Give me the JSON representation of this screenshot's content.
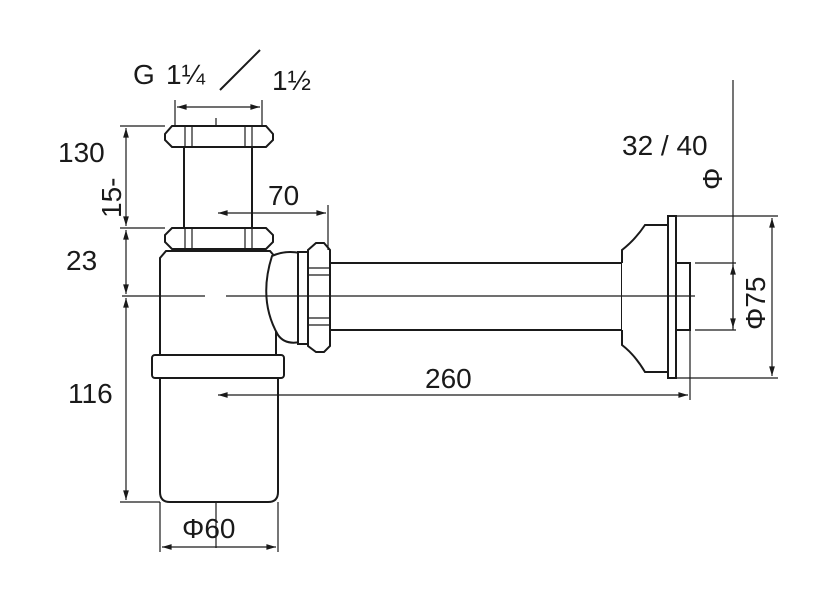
{
  "title": "Bottle trap dimension drawing",
  "labels": {
    "thread_prefix": "G",
    "thread_a": "1¼",
    "thread_sep": "/",
    "thread_b": "1½",
    "height_total": "130",
    "height_adjust": "15-",
    "outlet_offset": "23",
    "lower_height": "116",
    "outlet_reach": "70",
    "pipe_length": "260",
    "cup_diameter": "Φ60",
    "pipe_diameter": "32 / 40",
    "pipe_diameter_symbol": "Φ",
    "rosette_diameter": "Φ75"
  },
  "colors": {
    "line": "#1a1a1a",
    "background": "#ffffff"
  }
}
